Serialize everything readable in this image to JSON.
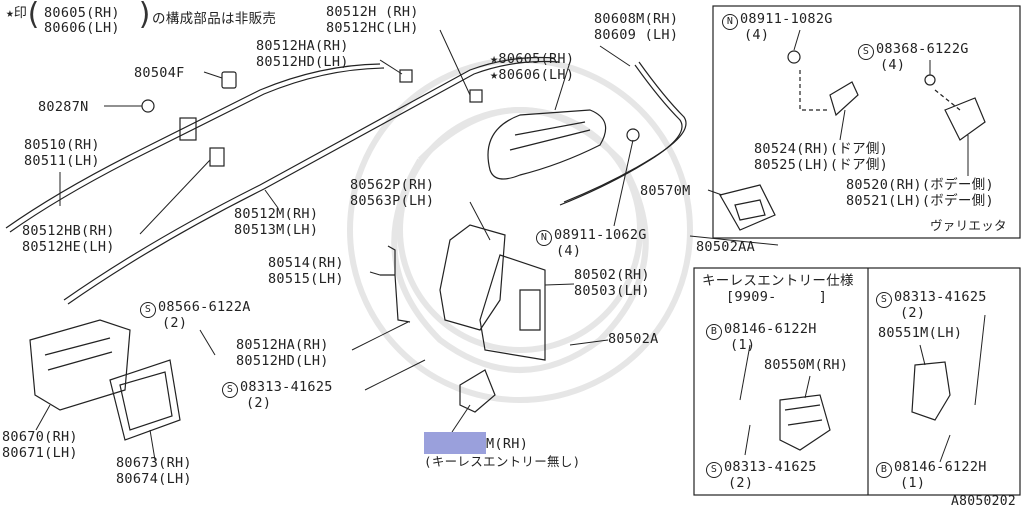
{
  "note": {
    "star": "★印",
    "part_a": "80605(RH)",
    "part_b": "80606(LH)",
    "text": "の構成部品は非販売"
  },
  "labels": {
    "l80512h": "80512H (RH)",
    "l80512hc": "80512HC(LH)",
    "l80512ha_top": "80512HA(RH)",
    "l80512hd_top": "80512HD(LH)",
    "l80504f": "80504F",
    "l80287n": "80287N",
    "l80510": "80510(RH)",
    "l80511": "80511(LH)",
    "l80512hb": "80512HB(RH)",
    "l80512he": "80512HE(LH)",
    "l80512m": "80512M(RH)",
    "l80513m": "80513M(LH)",
    "l80608m": "80608M(RH)",
    "l80609": "80609 (LH)",
    "l80605": "★80605(RH)",
    "l80606": "★80606(LH)",
    "l80562p": "80562P(RH)",
    "l80563p": "80563P(LH)",
    "l80570m": "80570M",
    "l80502aa": "80502AA",
    "l08911_mid": "08911-1062G",
    "l08911_mid_q": "(4)",
    "l80514": "80514(RH)",
    "l80515": "80515(LH)",
    "l80502": "80502(RH)",
    "l80503": "80503(LH)",
    "l80502a": "80502A",
    "l08566": "08566-6122A",
    "l08566_q": "(2)",
    "l80512ha_low": "80512HA(RH)",
    "l80512hd_low": "80512HD(LH)",
    "l08313_low": "08313-41625",
    "l08313_low_q": "(2)",
    "l80670": "80670(RH)",
    "l80671": "80671(LH)",
    "l80673": "80673(RH)",
    "l80674": "80674(LH)",
    "l_m_rh": "M(RH)",
    "l_no_keyless": "(キーレスエントリー無し)"
  },
  "box1": {
    "n08911": "08911-1082G",
    "n08911_q": "(4)",
    "s08368": "08368-6122G",
    "s08368_q": "(4)",
    "l80524": "80524(RH)(ドア側)",
    "l80525": "80525(LH)(ドア側)",
    "l80520": "80520(RH)(ボデー側)",
    "l80521": "80521(LH)(ボデー側)",
    "caption": "ヴァリエッタ"
  },
  "box2": {
    "title": "キーレスエントリー仕様",
    "date": "[9909-     ]",
    "b08146_top": "08146-6122H",
    "b08146_top_q": "(1)",
    "l80550m": "80550M(RH)",
    "s08313_bot": "08313-41625",
    "s08313_bot_q": "(2)"
  },
  "box3": {
    "s08313": "08313-41625",
    "s08313_q": "(2)",
    "l80551m": "80551M(LH)",
    "b08146": "08146-6122H",
    "b08146_q": "(1)"
  },
  "symbols": {
    "n": "N",
    "s": "S",
    "b": "B"
  },
  "ref_code": "A8050202",
  "colors": {
    "highlight": "#9aa0dc",
    "line": "#222222"
  }
}
